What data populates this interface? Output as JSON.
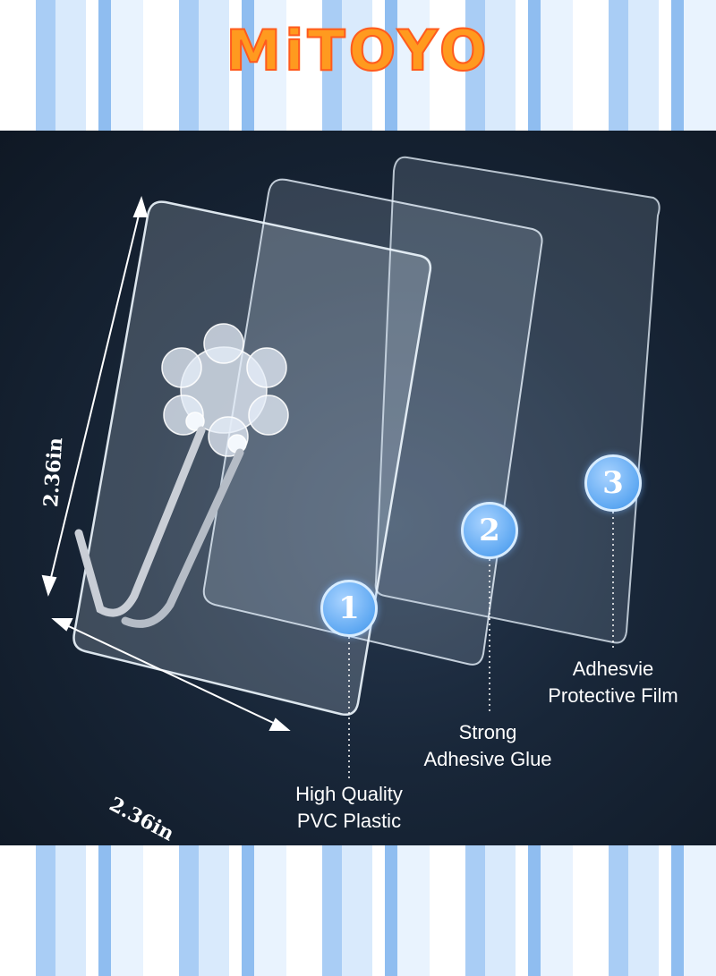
{
  "brand": "MiTOYO",
  "dimensions": {
    "height": "2.36in",
    "width": "2.36in"
  },
  "layers": [
    {
      "number": "1",
      "line1": "High Quality",
      "line2": "PVC Plastic"
    },
    {
      "number": "2",
      "line1": "Strong",
      "line2": "Adhesive Glue"
    },
    {
      "number": "3",
      "line1": "Adhesvie",
      "line2": "Protective Film"
    }
  ],
  "colors": {
    "panel": "#182638",
    "badge": "#5ea8f2",
    "brand": "#ff9a1f",
    "stripe": "#a9cdf5"
  }
}
